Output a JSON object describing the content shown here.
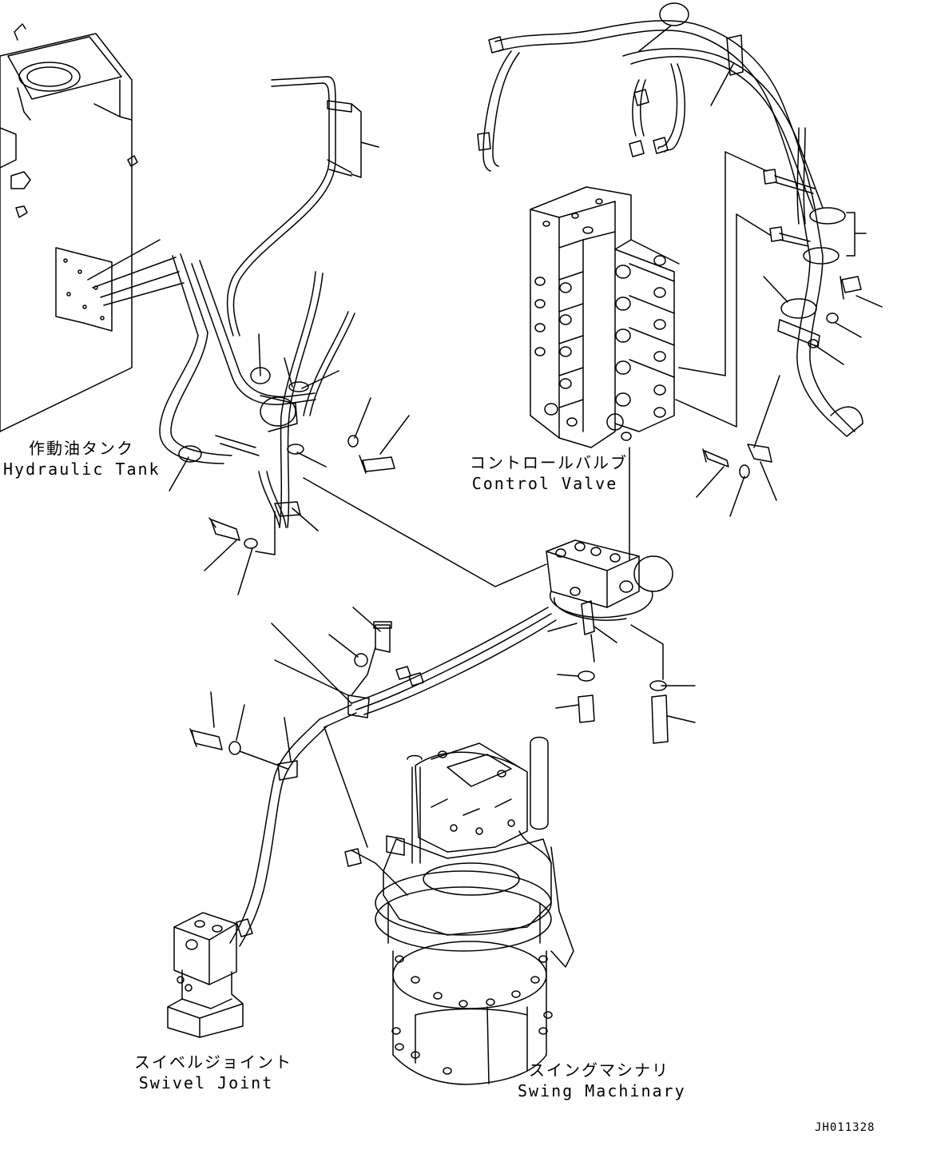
{
  "labels": {
    "hydraulic_tank": {
      "jp": "作動油タンク",
      "en": "Hydraulic Tank"
    },
    "control_valve": {
      "jp": "コントロールバルブ",
      "en": "Control Valve"
    },
    "swivel_joint": {
      "jp": "スイベルジョイント",
      "en": "Swivel Joint"
    },
    "swing_machinery": {
      "jp": "スイングマシナリ",
      "en": "Swing Machinary"
    }
  },
  "drawing_code": "JH011328"
}
